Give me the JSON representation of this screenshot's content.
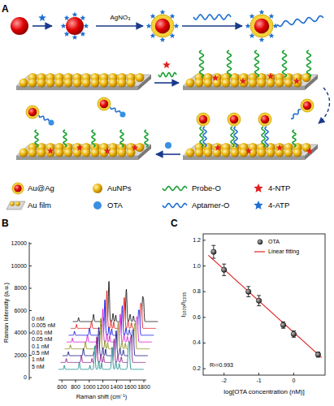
{
  "diagram": {
    "labels": [
      "A",
      "AgNO₃",
      "B",
      "Raman Intensity (a.u.)",
      "12000",
      "10000",
      "8000",
      "6000",
      "4000",
      "2000",
      "0",
      "0 nM",
      "0.005 nM",
      "0.01 nM",
      "0.05 nM",
      "0.1 nM",
      "0.5 nM",
      "1 nM",
      "5 nM",
      "600",
      "800",
      "1000",
      "1200",
      "1400",
      "1600",
      "1800",
      "Raman shift (cm⁻¹)",
      "C",
      "I₁₀₇₀/I₁₃₃₅",
      "1.2",
      "1.0",
      "0.8",
      "0.6",
      "0.4",
      "0.2",
      "R²=0.993",
      "-2",
      "-1",
      "0",
      "log[OTA concentration (nM)]"
    ],
    "legend": [
      {
        "text": "Au@Ag"
      },
      {
        "text": "AuNPs"
      },
      {
        "text": "Probe-O"
      },
      {
        "text": "4-NTP"
      },
      {
        "text": "Au film"
      },
      {
        "text": "OTA"
      },
      {
        "text": "Aptamer-O"
      },
      {
        "text": "4-ATP"
      },
      {
        "text": "OTA"
      },
      {
        "text": "Linear fitting"
      }
    ]
  }
}
